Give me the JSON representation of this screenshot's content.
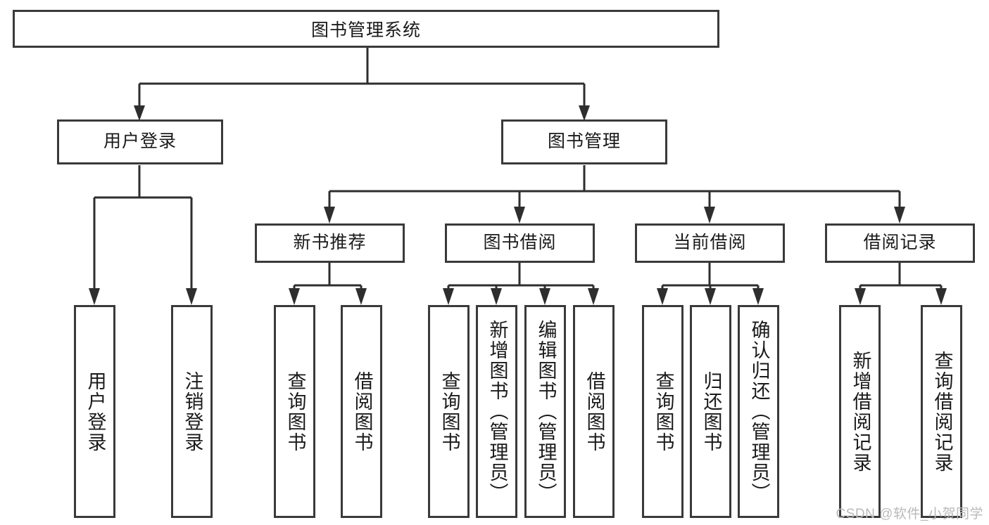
{
  "diagram": {
    "title": "图书管理系统",
    "type": "tree",
    "watermark": "CSDN @软件_小贺同学",
    "colors": {
      "stroke": "#2e2e2e",
      "box_border": "#3a3a3a",
      "background": "#ffffff",
      "text": "#1a1a1a",
      "watermark": "#b9b9b9"
    },
    "root": {
      "label": "图书管理系统"
    },
    "level2": [
      {
        "label": "用户登录"
      },
      {
        "label": "图书管理"
      }
    ],
    "level3": [
      {
        "label": "新书推荐"
      },
      {
        "label": "图书借阅"
      },
      {
        "label": "当前借阅"
      },
      {
        "label": "借阅记录"
      }
    ],
    "leaves": {
      "user_login": [
        {
          "label": "用户登录"
        },
        {
          "label": "注销登录"
        }
      ],
      "new_book_recommend": [
        {
          "label": "查询图书"
        },
        {
          "label": "借阅图书"
        }
      ],
      "book_borrow": [
        {
          "label": "查询图书"
        },
        {
          "label": "新增图书（管理员）"
        },
        {
          "label": "编辑图书（管理员）"
        },
        {
          "label": "借阅图书"
        }
      ],
      "current_borrow": [
        {
          "label": "查询图书"
        },
        {
          "label": "归还图书"
        },
        {
          "label": "确认归还（管理员）"
        }
      ],
      "borrow_record": [
        {
          "label": "新增借阅记录"
        },
        {
          "label": "查询借阅记录"
        }
      ]
    }
  }
}
